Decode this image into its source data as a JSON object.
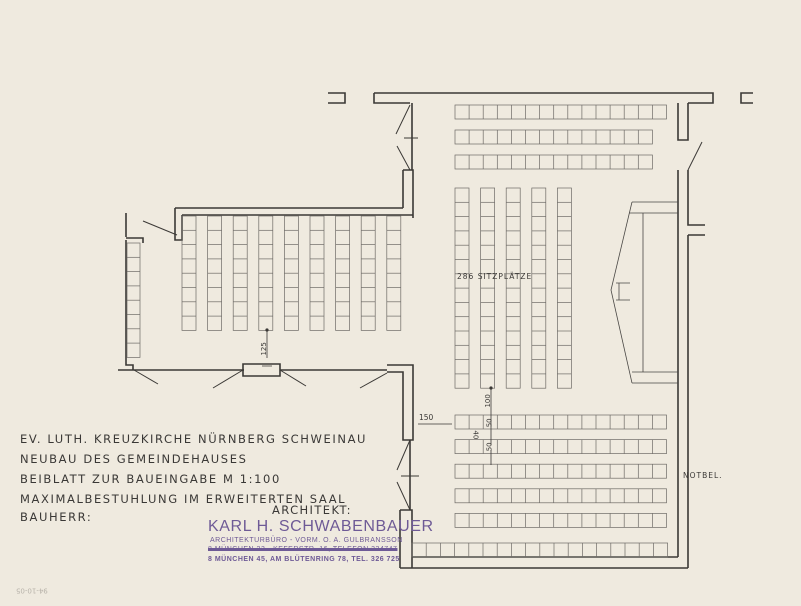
{
  "title_block": {
    "lines": [
      "EV. LUTH. KREUZKIRCHE  NÜRNBERG SCHWEINAU",
      "NEUBAU DES GEMEINDEHAUSES",
      "BEIBLATT ZUR BAUEINGABE  M 1:100",
      "MAXIMALBESTUHLUNG IM ERWEITERTEN SAAL"
    ],
    "bauherr_label": "BAUHERR:",
    "architekt_label": "ARCHITEKT:"
  },
  "stamp": {
    "name": "KARL H. SCHWABENBAUER",
    "office": "ARCHITEKTURBÜRO - VORM. O. A. GULBRANSSON",
    "old_address_struck": "8 MÜNCHEN 23 - KEFERSTR. 16, TELEFON 334747",
    "address": "8 MÜNCHEN 45, AM BLÜTENRING 78, TEL. 326 725",
    "color": "#6e5a96"
  },
  "plan": {
    "seat_count_label": "286  SITZPLÄTZE",
    "notbel_label": "NOTBEL.",
    "dimensions": {
      "d125": "125",
      "d150": "150",
      "d100": "100",
      "d50a": "50",
      "d50b": "50",
      "d40": "40"
    }
  },
  "archive_mark": "94-10-05"
}
